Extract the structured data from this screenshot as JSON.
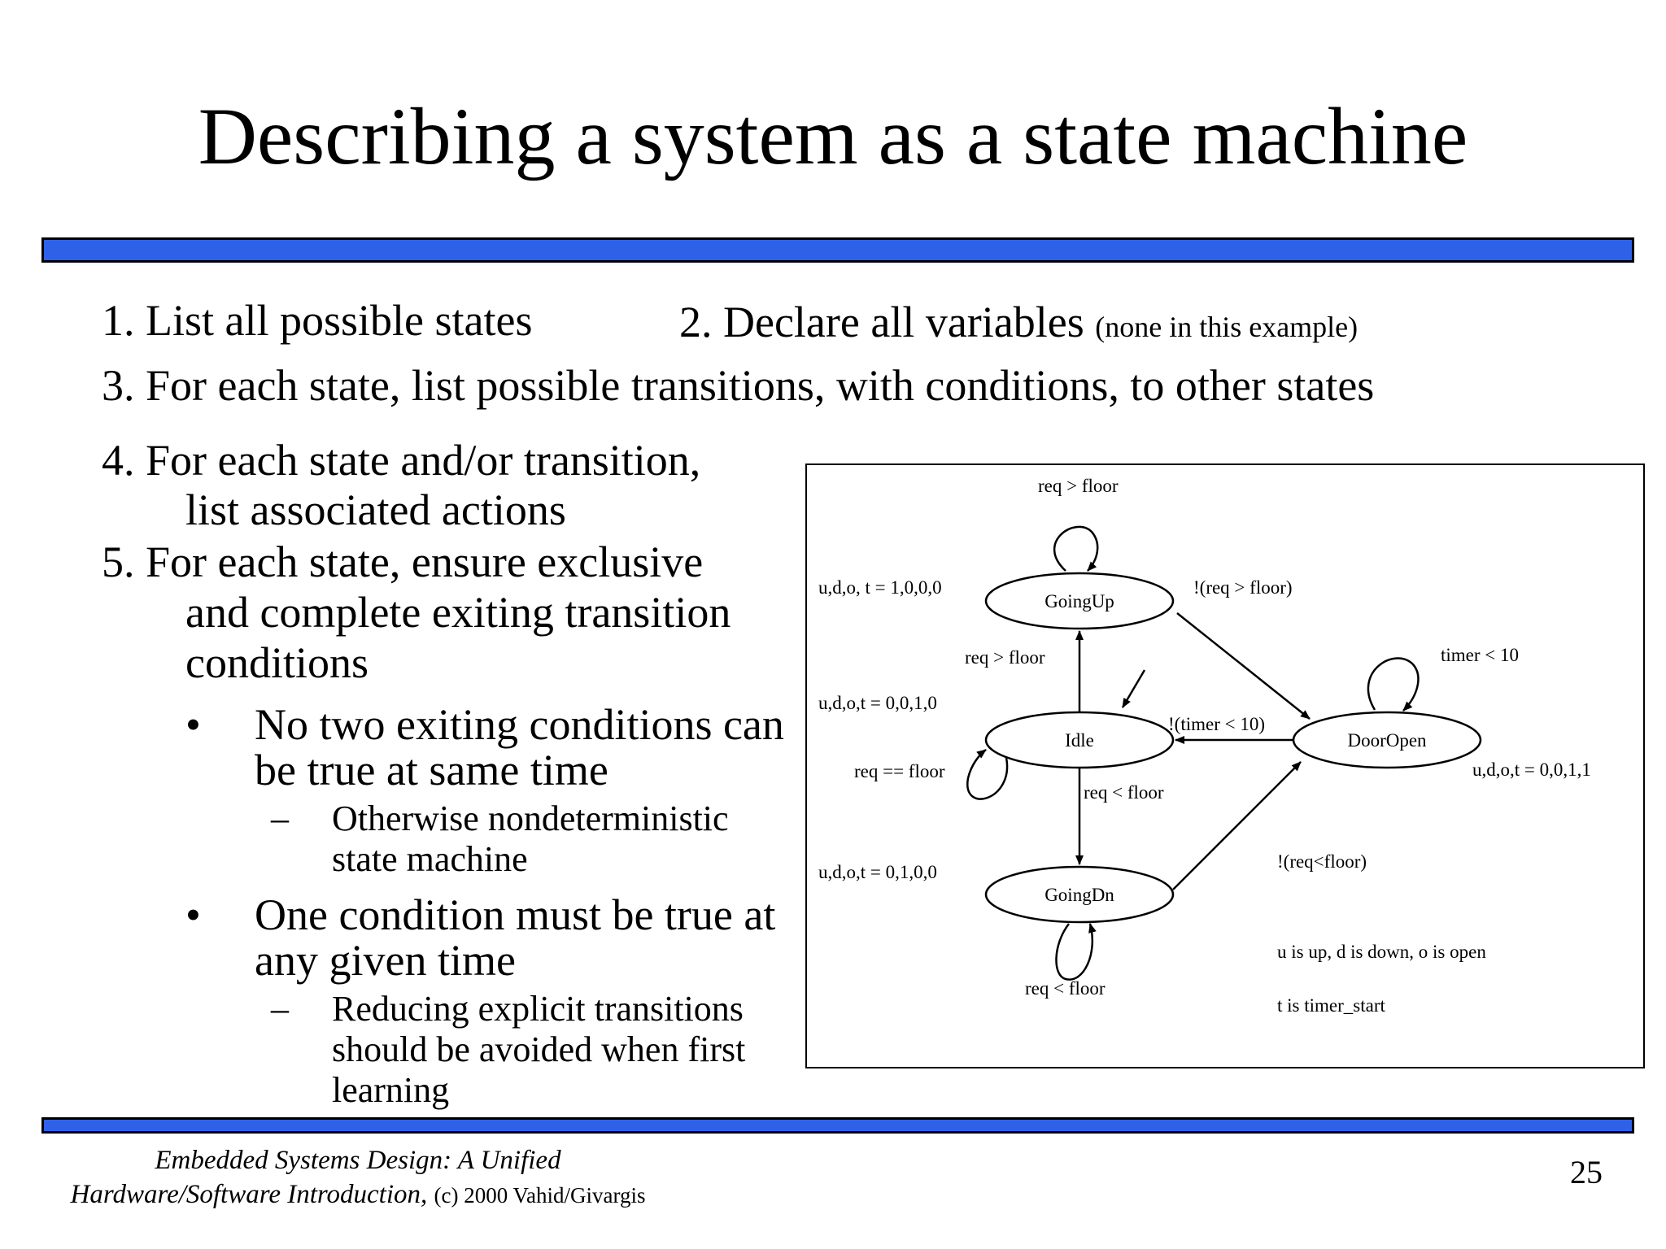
{
  "title": "Describing a system as a state machine",
  "steps": {
    "s1": "1. List all possible states",
    "s2": "2. Declare all variables",
    "s2_note": "(none in this example)",
    "s3": "3. For each state, list possible transitions, with conditions, to other states",
    "s4_line1": "4. For each state and/or transition,",
    "s4_line2": "list associated actions",
    "s5_line1": "5. For each state, ensure exclusive",
    "s5_line2": "and complete exiting transition",
    "s5_line3": "conditions"
  },
  "bullets": [
    {
      "marker": "•",
      "lines": [
        "No two exiting conditions can",
        "be true at same time"
      ],
      "sub": {
        "marker": "–",
        "lines": [
          "Otherwise nondeterministic",
          "state machine"
        ]
      }
    },
    {
      "marker": "•",
      "lines": [
        "One condition must be true at",
        "any given time"
      ],
      "sub": {
        "marker": "–",
        "lines": [
          "Reducing explicit transitions",
          "should be avoided when first",
          "learning"
        ]
      }
    }
  ],
  "diagram": {
    "states": {
      "goingup": "GoingUp",
      "idle": "Idle",
      "dooropen": "DoorOpen",
      "goingdn": "GoingDn"
    },
    "actions": {
      "goingup": "u,d,o, t = 1,0,0,0",
      "idle": "u,d,o,t = 0,0,1,0",
      "goingdn": "u,d,o,t = 0,1,0,0",
      "dooropen": "u,d,o,t = 0,0,1,1"
    },
    "transitions": {
      "goingup_self": "req > floor",
      "idle_to_goingup": "req > floor",
      "goingup_to_dooropen": "!(req > floor)",
      "dooropen_self": "timer < 10",
      "dooropen_to_idle": "!(timer < 10)",
      "idle_self": "req == floor",
      "idle_to_goingdn": "req < floor",
      "goingdn_to_dooropen": "!(req<floor)",
      "goingdn_self": "req < floor"
    },
    "legend": {
      "line1": "u is up, d is down, o is open",
      "line2": "t is timer_start"
    }
  },
  "footer": {
    "book_line1": "Embedded Systems Design: A Unified",
    "book_line2": "Hardware/Software Introduction,",
    "copyright": "(c) 2000 Vahid/Givargis",
    "page_number": "25"
  },
  "colors": {
    "bar": "#2f61e8"
  }
}
